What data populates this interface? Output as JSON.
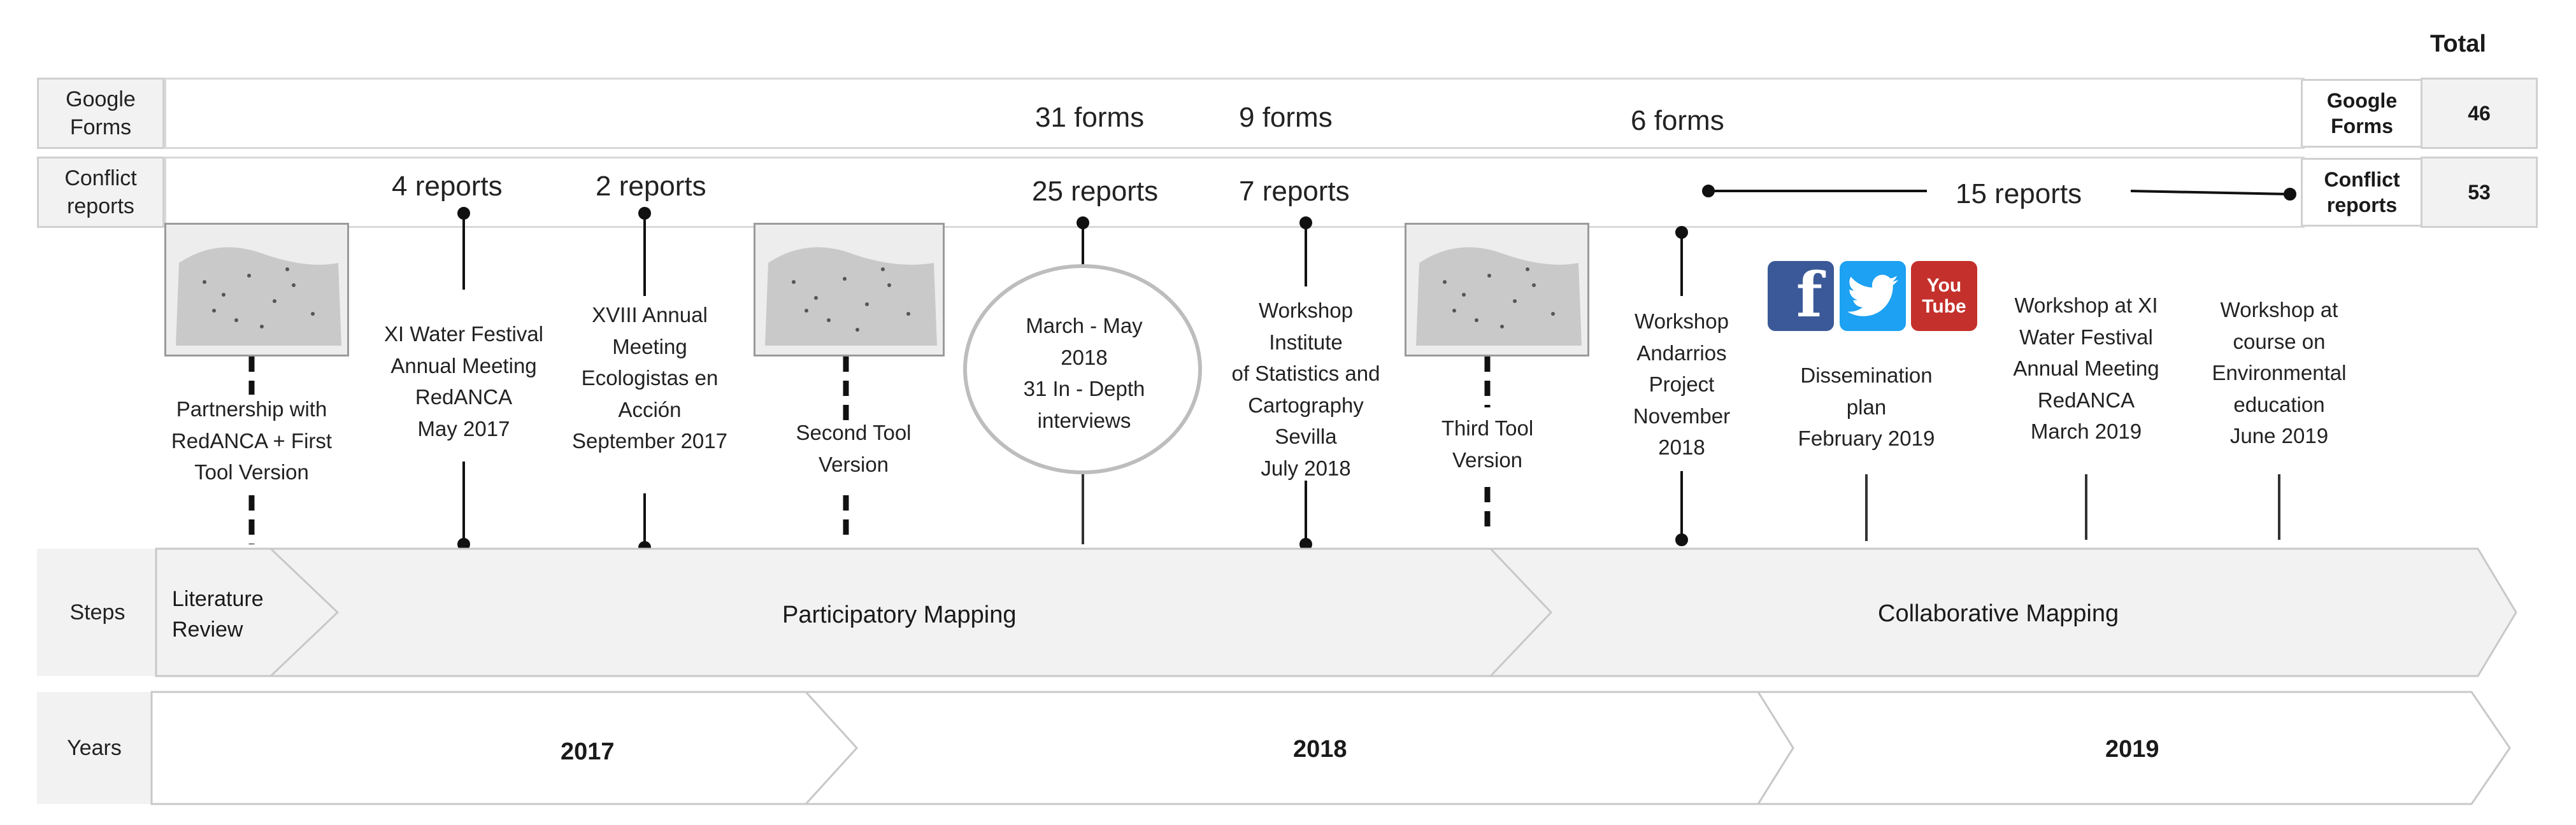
{
  "header": {
    "total": "Total"
  },
  "rows": {
    "google_forms": {
      "label": "Google Forms",
      "end_label": "Google Forms",
      "total": "46",
      "counts": [
        "31 forms",
        "9 forms",
        "6  forms"
      ]
    },
    "conflict_reports": {
      "label": "Conflict reports",
      "end_label": "Conflict reports",
      "total": "53",
      "counts": [
        "4 reports",
        "2 reports",
        "25 reports",
        "7 reports",
        "15 reports"
      ]
    }
  },
  "events": [
    {
      "lines": [
        "Partnership with",
        "RedANCA + First",
        "Tool Version"
      ]
    },
    {
      "lines": [
        "XI Water Festival",
        "Annual Meeting",
        "RedANCA",
        "May 2017"
      ]
    },
    {
      "lines": [
        "XVIII Annual",
        "Meeting",
        "Ecologistas en",
        "Acción",
        "September 2017"
      ]
    },
    {
      "lines": [
        "Second Tool",
        "Version"
      ]
    },
    {
      "lines": [
        "March - May",
        "2018",
        "31 In - Depth",
        "interviews"
      ]
    },
    {
      "lines": [
        "Workshop",
        "Institute",
        "of Statistics and",
        "Cartography",
        "Sevilla",
        "July 2018"
      ]
    },
    {
      "lines": [
        "Third Tool",
        "Version"
      ]
    },
    {
      "lines": [
        "Workshop",
        "Andarrios",
        "Project",
        "November",
        "2018"
      ]
    },
    {
      "lines": [
        "Dissemination",
        "plan",
        "February 2019"
      ]
    },
    {
      "lines": [
        "Workshop at XI",
        "Water Festival",
        "Annual Meeting",
        "RedANCA",
        "March 2019"
      ]
    },
    {
      "lines": [
        "Workshop at",
        "course on",
        "Environmental",
        "education",
        "June 2019"
      ]
    }
  ],
  "social_icons": [
    "facebook-icon",
    "twitter-icon",
    "youtube-icon"
  ],
  "social_labels": {
    "facebook": "f",
    "youtube_top": "You",
    "youtube_bottom": "Tube"
  },
  "steps": {
    "label": "Steps",
    "phases": [
      "Literature Review",
      "Participatory Mapping",
      "Collaborative Mapping"
    ]
  },
  "years": {
    "label": "Years",
    "items": [
      "2017",
      "2018",
      "2019"
    ]
  },
  "colors": {
    "facebook": "#3b5998",
    "twitter": "#1da1f2",
    "youtube": "#c4302b",
    "border": "#d0d0d0",
    "chevron_fill": "#f2f2f2"
  }
}
